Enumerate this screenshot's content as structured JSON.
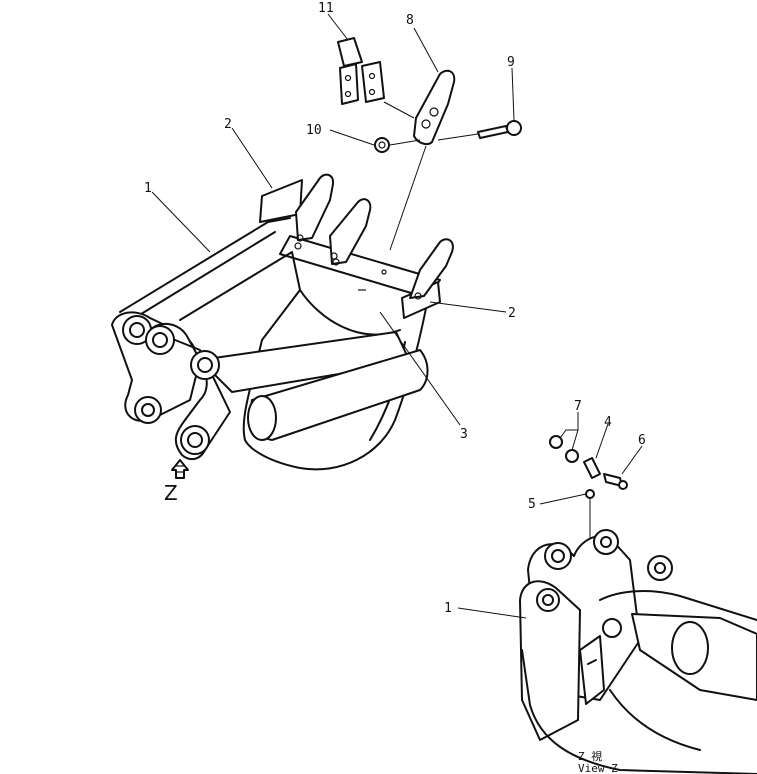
{
  "callouts": {
    "top": {
      "c11": "11",
      "c8": "8",
      "c9": "9",
      "c10": "10",
      "c2a": "2",
      "c1": "1",
      "c2b": "2",
      "c3": "3"
    },
    "view": {
      "c7": "7",
      "c4": "4",
      "c6": "6",
      "c5": "5",
      "c1": "1"
    }
  },
  "view_marker": "Z",
  "view_caption": {
    "line1": "Z  視",
    "line2": "View Z"
  }
}
